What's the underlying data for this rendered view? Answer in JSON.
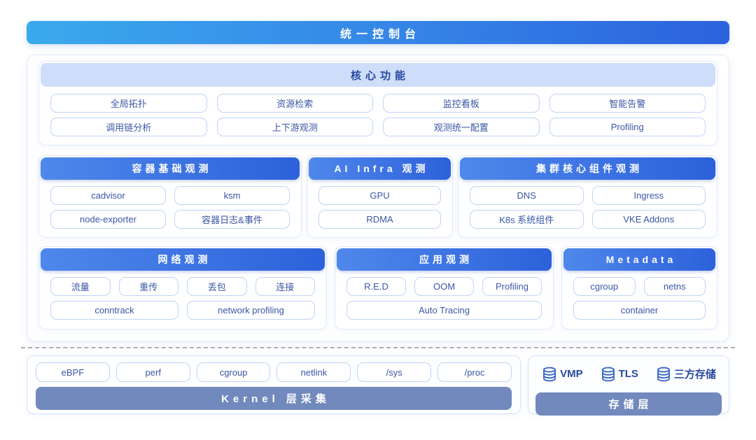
{
  "top_bar": {
    "label": "统一控制台"
  },
  "core": {
    "title": "核心功能",
    "items": [
      "全局拓扑",
      "资源检索",
      "监控看板",
      "智能告警",
      "调用链分析",
      "上下游观测",
      "观测统一配置",
      "Profiling"
    ]
  },
  "sections": [
    {
      "id": "container-basic",
      "title": "容器基础观测",
      "items": [
        "cadvisor",
        "ksm",
        "node-exporter",
        "容器日志&事件"
      ]
    },
    {
      "id": "ai-infra",
      "title": "AI Infra 观测",
      "items": [
        "GPU",
        "RDMA"
      ]
    },
    {
      "id": "cluster-core",
      "title": "集群核心组件观测",
      "items": [
        "DNS",
        "Ingress",
        "K8s 系统组件",
        "VKE Addons"
      ]
    },
    {
      "id": "network",
      "title": "网络观测",
      "items": [
        "流量",
        "重传",
        "丢包",
        "连接",
        "conntrack",
        "network profiling"
      ]
    },
    {
      "id": "app",
      "title": "应用观测",
      "items": [
        "R.E.D",
        "OOM",
        "Profiling",
        "Auto Tracing"
      ]
    },
    {
      "id": "metadata",
      "title": "Metadata",
      "items": [
        "cgroup",
        "netns",
        "container"
      ]
    }
  ],
  "kernel": {
    "title": "Kernel 层采集",
    "items": [
      "eBPF",
      "perf",
      "cgroup",
      "netlink",
      "/sys",
      "/proc"
    ]
  },
  "storage": {
    "title": "存储层",
    "items": [
      "VMP",
      "TLS",
      "三方存储"
    ],
    "icon": "database-icon"
  },
  "colors": {
    "banner_gradient_start": "#3AA9ED",
    "banner_gradient_end": "#2B62DE",
    "section_header_gradient_start": "#4F88EB",
    "section_header_gradient_end": "#2D61DB",
    "core_band_bg": "#CEDDF9",
    "core_band_text": "#26479E",
    "item_border": "#BFD4F6",
    "item_text": "#3A57A5",
    "layer_bar_bg": "#7289BD",
    "db_icon": "#3A68C4"
  }
}
